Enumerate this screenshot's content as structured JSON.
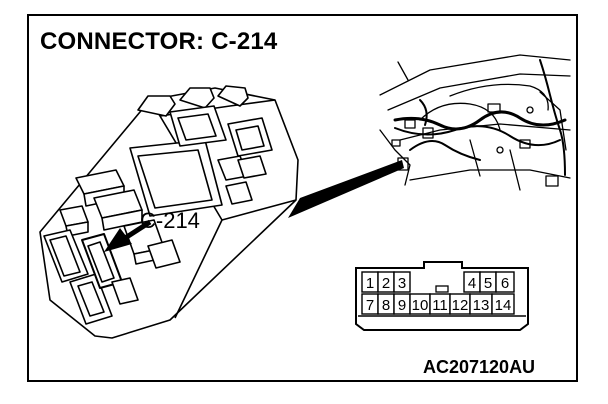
{
  "title": "CONNECTOR: C-214",
  "callout_label": "C-214",
  "figure_code": "AC207120AU",
  "connector_face": {
    "top_row": [
      "1",
      "2",
      "3",
      "4",
      "5",
      "6"
    ],
    "bottom_row": [
      "7",
      "8",
      "9",
      "10",
      "11",
      "12",
      "13",
      "14"
    ]
  }
}
